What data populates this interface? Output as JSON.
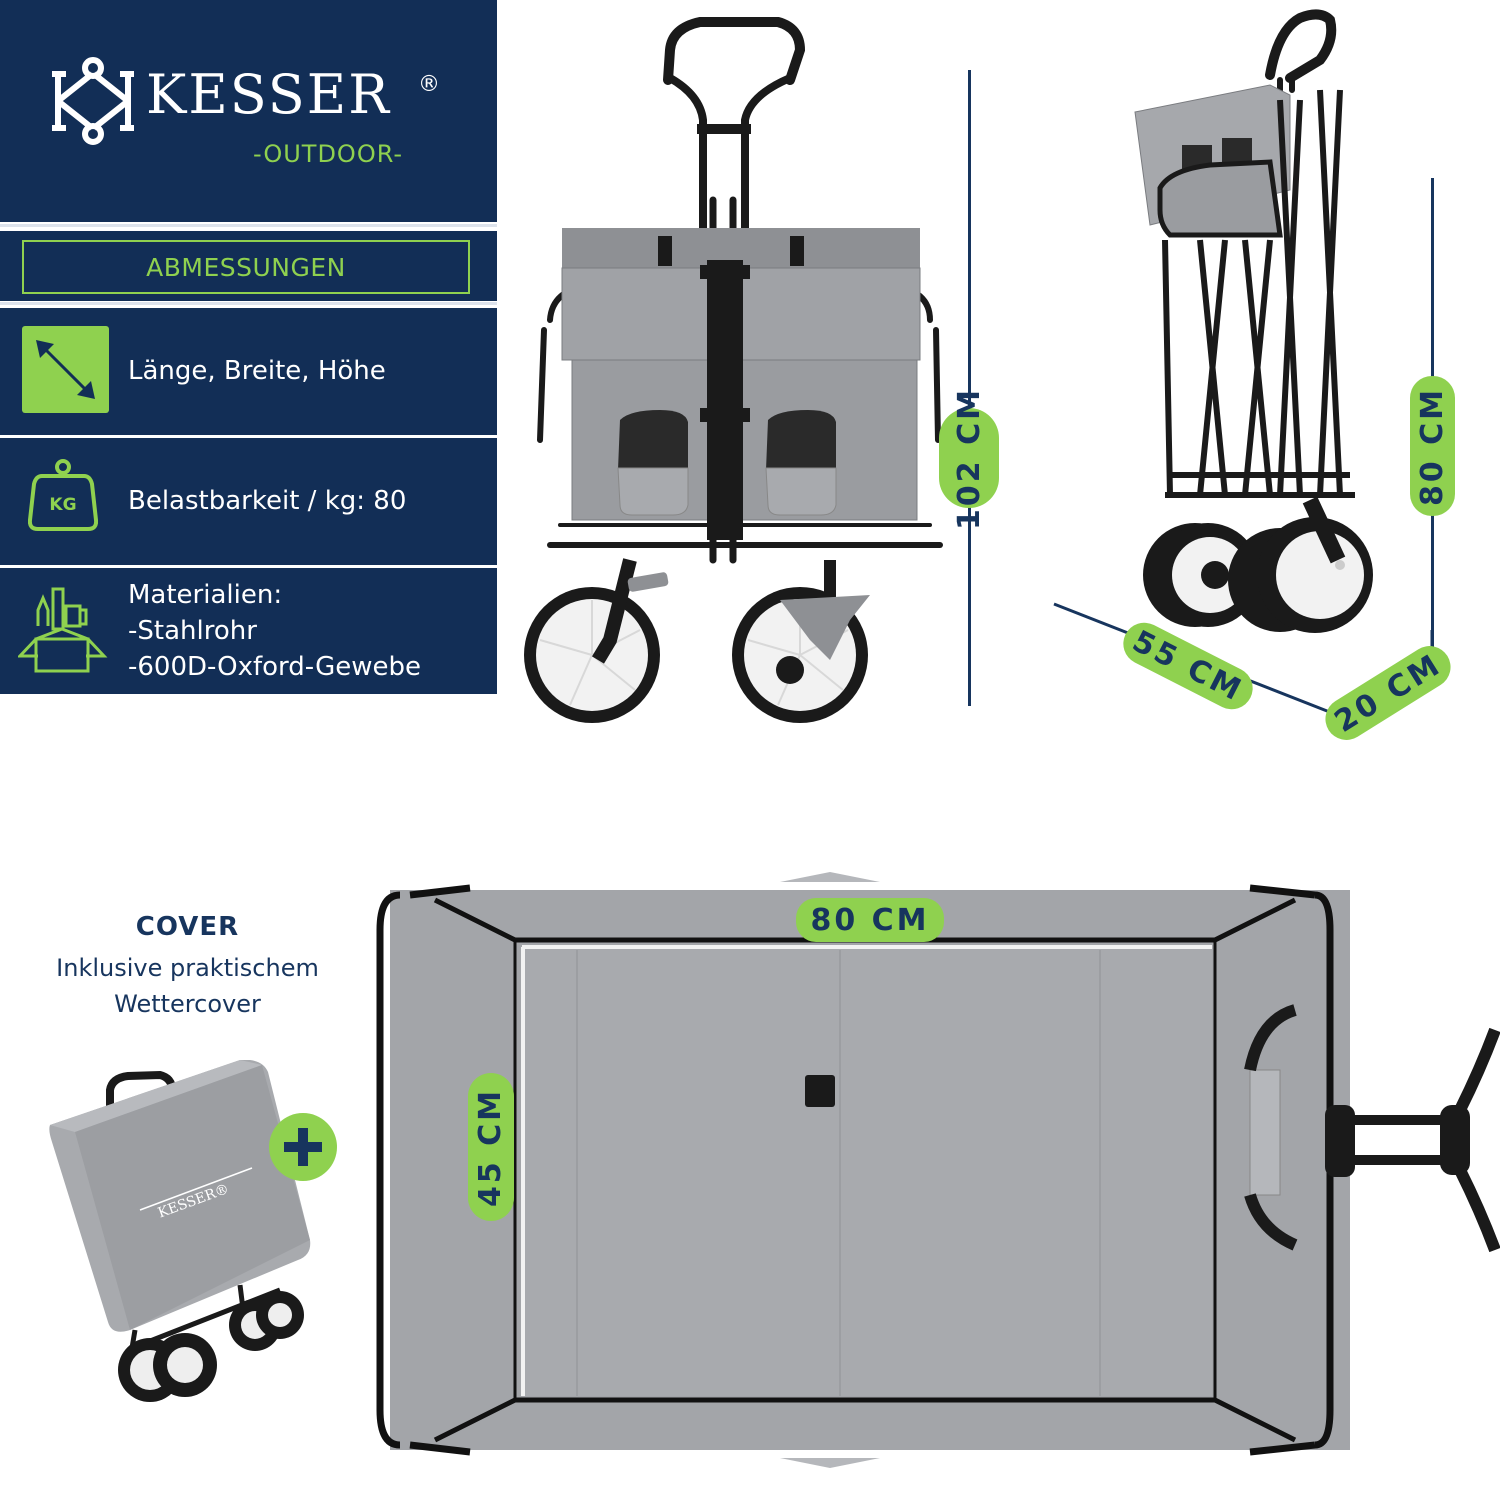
{
  "brand": {
    "name": "KESSER",
    "registered_mark": "®",
    "subline": "-OUTDOOR-",
    "logo_icon": "kesser-monogram-icon"
  },
  "info_panel": {
    "section_title": "ABMESSUNGEN",
    "rows": [
      {
        "icon": "diagonal-arrows-icon",
        "text": "Länge, Breite, Höhe"
      },
      {
        "icon": "kg-weight-icon",
        "text": "Belastbarkeit / kg: 80"
      },
      {
        "icon": "materials-box-icon",
        "lines": [
          "Materialien:",
          "-Stahlrohr",
          "-600D-Oxford-Gewebe"
        ]
      }
    ]
  },
  "dimensions": {
    "unfolded_height": "102 CM",
    "folded_height": "80 CM",
    "folded_depth": "55 CM",
    "folded_width": "20 CM",
    "inner_length": "80 CM",
    "inner_width": "45 CM"
  },
  "cover": {
    "title": "COVER",
    "subtitle_line1": "Inklusive praktischem",
    "subtitle_line2": "Wettercover",
    "plus_icon": "plus-icon",
    "cover_logo_text": "KESSER®"
  },
  "colors": {
    "navy": "#122e56",
    "accent_green": "#8fd14f",
    "fabric_gray": "#9a9ca0",
    "frame_black": "#1a1a1a"
  }
}
